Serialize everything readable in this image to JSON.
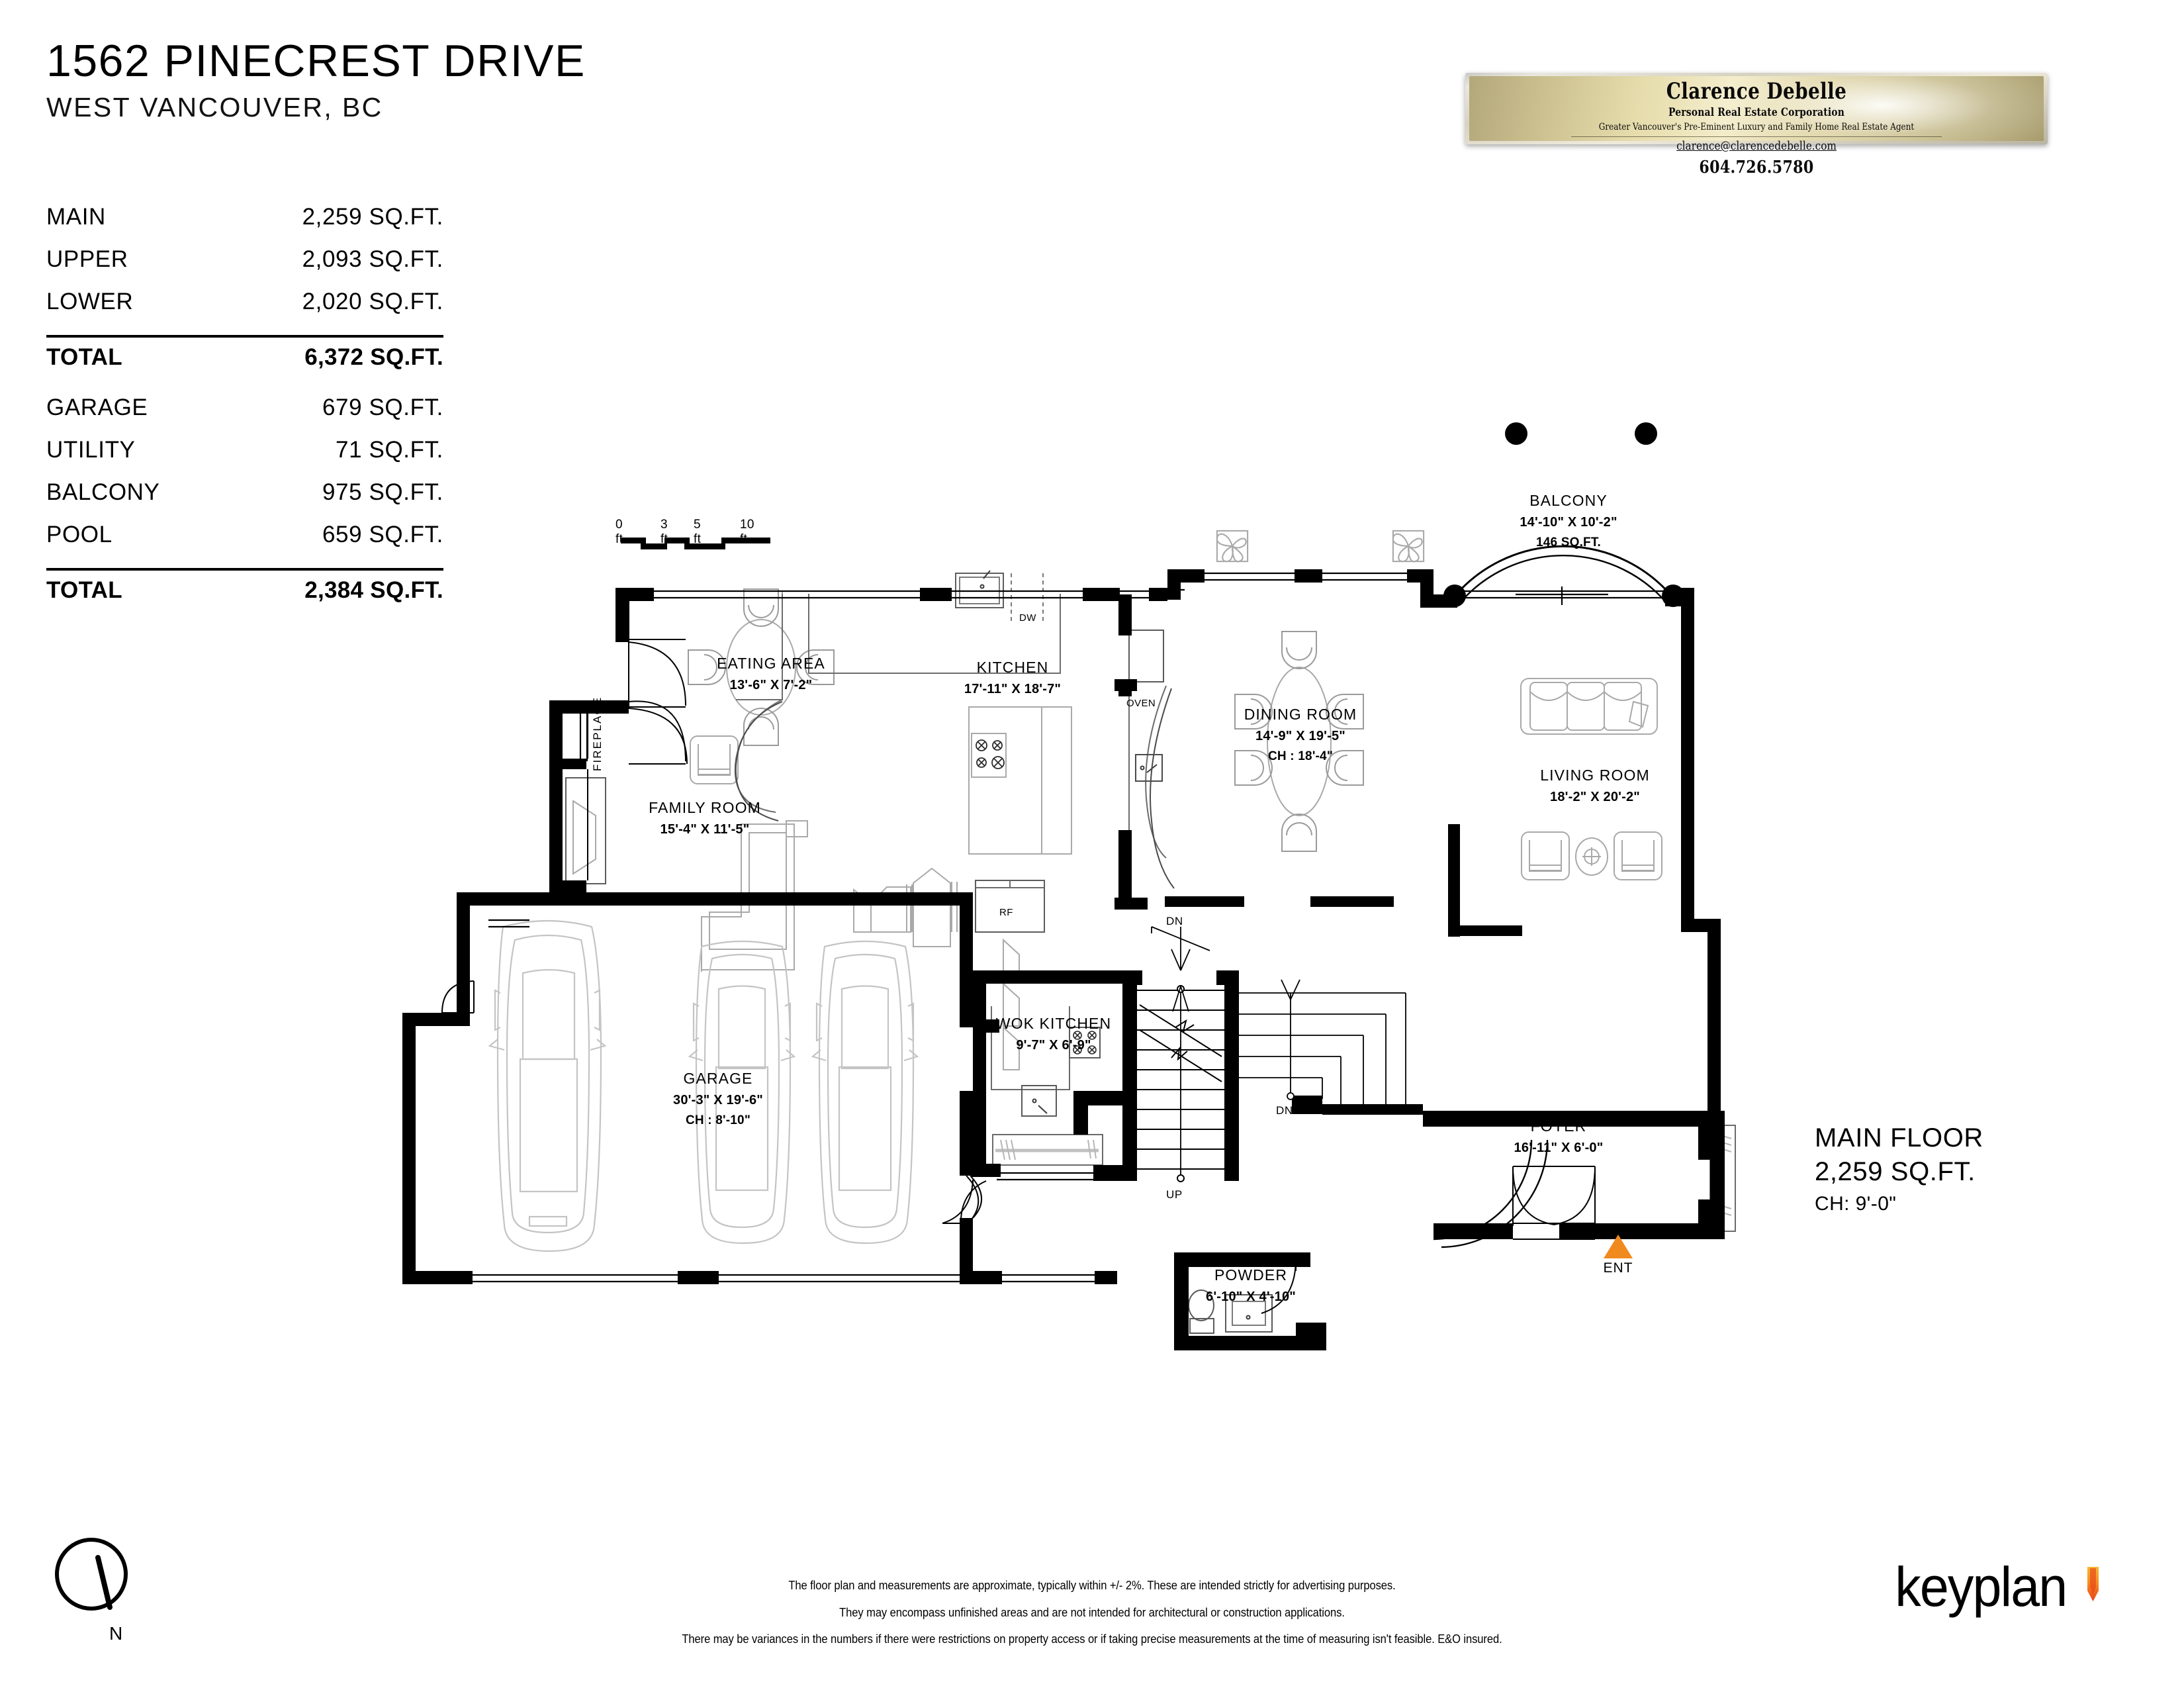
{
  "header": {
    "address": "1562 PINECREST DRIVE",
    "city": "WEST VANCOUVER, BC"
  },
  "area_table": {
    "rows": [
      {
        "label": "MAIN",
        "value": "2,259 SQ.FT."
      },
      {
        "label": "UPPER",
        "value": "2,093 SQ.FT."
      },
      {
        "label": "LOWER",
        "value": "2,020 SQ.FT."
      }
    ],
    "total1": {
      "label": "TOTAL",
      "value": "6,372 SQ.FT."
    },
    "rows2": [
      {
        "label": "GARAGE",
        "value": "679 SQ.FT."
      },
      {
        "label": "UTILITY",
        "value": "71 SQ.FT."
      },
      {
        "label": "BALCONY",
        "value": "975 SQ.FT."
      },
      {
        "label": "POOL",
        "value": "659 SQ.FT."
      }
    ],
    "total2": {
      "label": "TOTAL",
      "value": "2,384 SQ.FT."
    }
  },
  "plaque": {
    "name": "Clarence Debelle",
    "corporation": "Personal Real Estate Corporation",
    "tagline": "Greater Vancouver's Pre-Eminent Luxury and Family Home Real Estate Agent",
    "email": "clarence@clarencedebelle.com",
    "phone": "604.726.5780",
    "gold_light": "#f3ecc9",
    "gold_dark": "#a89c6c"
  },
  "scale_bar": {
    "ticks": [
      "0 ft",
      "3 ft",
      "5 ft",
      "10 ft"
    ]
  },
  "floor_label": {
    "floor": "MAIN FLOOR",
    "area": "2,259 SQ.FT.",
    "ceiling": "CH: 9'-0\""
  },
  "entrance": {
    "label": "ENT",
    "color": "#F08A1E"
  },
  "compass": {
    "label": "N"
  },
  "rooms": [
    {
      "name": "EATING AREA",
      "dim": "13'-6\"  X   7'-2\"",
      "extra": ""
    },
    {
      "name": "KITCHEN",
      "dim": "17'-11\"  X   18'-7\"",
      "extra": ""
    },
    {
      "name": "FAMILY ROOM",
      "dim": "15'-4\"  X   11'-5\"",
      "extra": ""
    },
    {
      "name": "DINING ROOM",
      "dim": "14'-9\"  X   19'-5\"",
      "extra": "CH : 18'-4\""
    },
    {
      "name": "LIVING ROOM",
      "dim": "18'-2\"  X   20'-2\"",
      "extra": ""
    },
    {
      "name": "BALCONY",
      "dim": "14'-10\"  X   10'-2\"",
      "extra": "146 SQ.FT."
    },
    {
      "name": "GARAGE",
      "dim": "30'-3\"  X   19'-6\"",
      "extra": "CH : 8'-10\""
    },
    {
      "name": "WOK KITCHEN",
      "dim": "9'-7\"  X   6'-9\"",
      "extra": ""
    },
    {
      "name": "FOYER",
      "dim": "16'-11\"  X   6'-0\"",
      "extra": ""
    },
    {
      "name": "POWDER",
      "dim": "6'-10\"  X   4'-10\"",
      "extra": ""
    }
  ],
  "annotations": {
    "fireplace": "FIREPLACE",
    "dishwasher": "DW",
    "oven": "OVEN",
    "refrigerator": "RF",
    "stairs_up": "UP",
    "stairs_dn_top": "DN",
    "stairs_dn_right": "DN"
  },
  "disclaimer": {
    "line1": "The floor plan and measurements are approximate, typically within +/- 2%. These are intended strictly for advertising purposes.",
    "line2": "They may encompass unfinished areas and are not intended for architectural or construction applications.",
    "line3": "There may be variances in the numbers if there were restrictions on property access or if taking precise measurements at the time of measuring isn't feasible. E&O insured."
  },
  "logo": {
    "text": "keyplan",
    "mark_color_top": "#F5A623",
    "mark_color_bottom": "#E8421A"
  }
}
